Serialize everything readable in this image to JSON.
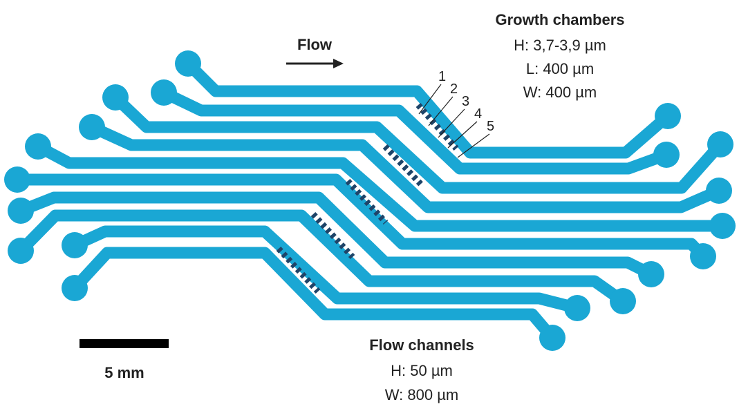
{
  "colors": {
    "channel": "#1aa7d4",
    "chamber": "#1f4468",
    "text": "#222222"
  },
  "flow": {
    "label": "Flow"
  },
  "growth_chambers": {
    "title": "Growth chambers",
    "height": "H: 3,7-3,9 µm",
    "length": "L: 400 µm",
    "width": "W: 400 µm"
  },
  "chamber_labels": [
    "1",
    "2",
    "3",
    "4",
    "5"
  ],
  "flow_channels": {
    "title": "Flow channels",
    "height": "H: 50 µm",
    "width": "W: 800 µm"
  },
  "scale_bar": {
    "label": "5 mm"
  }
}
